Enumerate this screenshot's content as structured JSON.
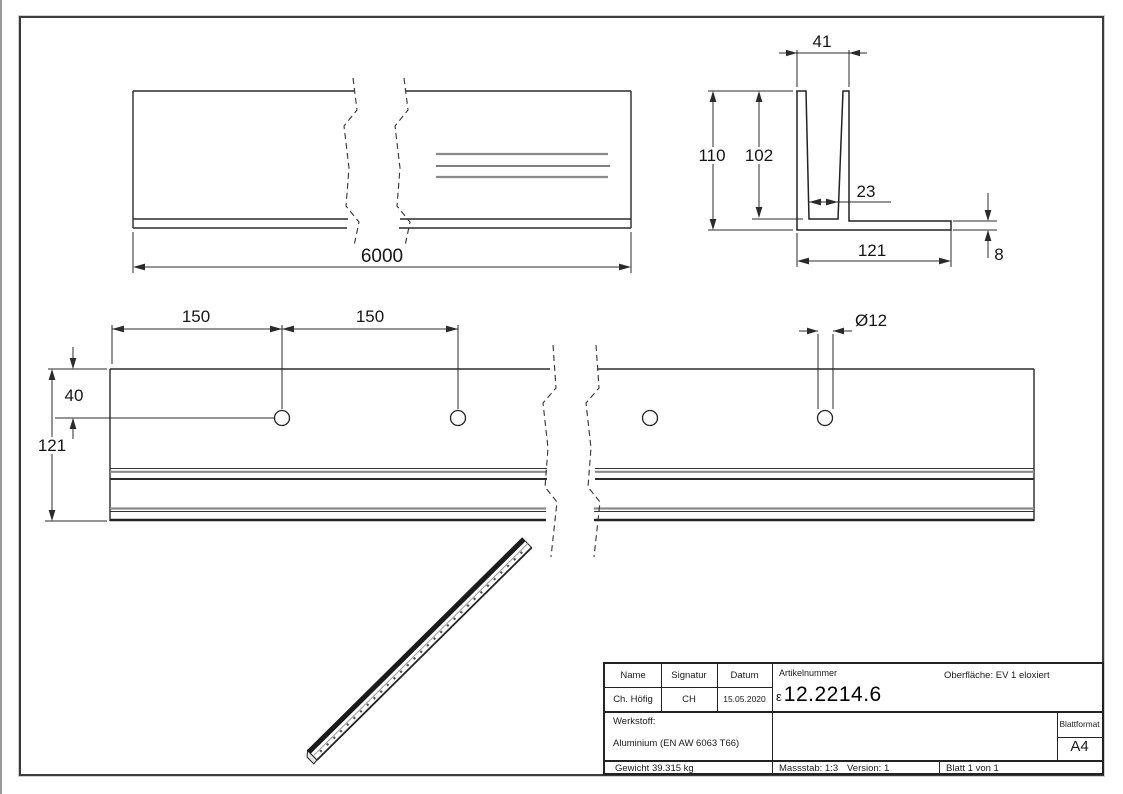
{
  "drawing": {
    "dims": {
      "overall_length": "6000",
      "cs_top_width": "41",
      "cs_height": "110",
      "cs_inner_height": "102",
      "cs_bottom_gap": "23",
      "cs_base_width": "121",
      "cs_base_thickness": "8",
      "tv_hole_pitch_1": "150",
      "tv_hole_pitch_2": "150",
      "tv_hole_offset": "40",
      "tv_width": "121",
      "tv_hole_diameter": "Ø12"
    }
  },
  "title_block": {
    "name_header": "Name",
    "signature_header": "Signatur",
    "date_header": "Datum",
    "name": "Ch. Höfig",
    "signature": "CH",
    "date": "15.05.2020",
    "article_label": "Artikelnummer",
    "article_prefix": "ε",
    "article_number": "12.2214.6",
    "surface": "Oberfläche:  EV 1 eloxiert",
    "material_label": "Werkstoff:",
    "material": "Aluminium (EN AW 6063 T66)",
    "sheet_format_label": "Blattformat",
    "sheet_format": "A4",
    "weight": "Gewicht 39.315 kg",
    "scale": "Massstab: 1:3",
    "version": "Version: 1",
    "sheet": "Blatt 1 von 1"
  }
}
